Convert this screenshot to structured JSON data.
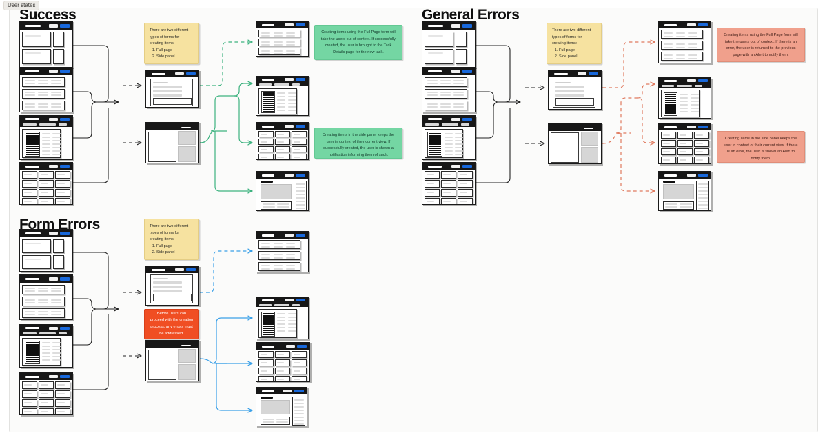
{
  "board": {
    "badge": "User states",
    "sections": [
      {
        "id": "success",
        "title": "Success"
      },
      {
        "id": "general-errors",
        "title": "General Errors"
      },
      {
        "id": "form-errors",
        "title": "Form Errors"
      }
    ]
  },
  "colors": {
    "accent_blue": "#1868db",
    "connector_success": "#3cb27f",
    "connector_general_errors": "#e07a5f",
    "connector_form_errors": "#3aa0e8",
    "note_yellow": "#f6e2a0",
    "note_green": "#74d6a3",
    "note_salmon": "#f0a08c",
    "note_red": "#f04e23",
    "wireframe_header": "#171717",
    "canvas": "#fbfbfa"
  },
  "notes": {
    "forms_types_success": {
      "intro": "There are two different types of forms for creating items:",
      "items": [
        "Full page",
        "Side panel"
      ]
    },
    "forms_types_general": {
      "intro": "There are two different types of forms for creating items:",
      "items": [
        "Full page",
        "Side panel"
      ]
    },
    "forms_types_form_errors": {
      "intro": "There are two different types of forms for creating items:",
      "items": [
        "Full page",
        "Side panel"
      ]
    },
    "success_full_page": "Creating items using the Full Page form will take the users out of context. If successfully created, the user is brought to the Task Details page for the new task.",
    "success_side_panel": "Creating items in the side panel keeps the user in context of their current view. If successfully created, the user is shown a notification informing them of such.",
    "general_full_page": "Creating items using the Full Page form will take the users out of context. If there is an error, the user is returned to the previous page with an Alert to notify them.",
    "general_side_panel": "Creating items in the side panel keeps the user in context of their current view. If there is an error, the user is shown an Alert to notify them.",
    "form_errors_required": "Before users can proceed with the creation process, any errors must be addressed."
  },
  "screens": {
    "dashboard": "dashboard-screen",
    "list": "list-screen",
    "table": "table-screen",
    "card-grid": "card-grid-screen",
    "full-page-form": "full-page-form-screen",
    "side-panel-form": "side-panel-form-screen",
    "task-details": "task-details-screen"
  }
}
